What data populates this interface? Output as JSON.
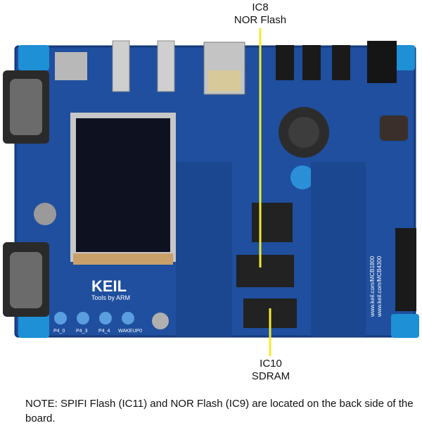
{
  "callouts": {
    "top": {
      "line1": "IC8",
      "line2": "NOR Flash"
    },
    "bottom": {
      "line1": "IC10",
      "line2": "SDRAM"
    }
  },
  "note": "NOTE:  SPIFI Flash (IC11) and NOR Flash (IC9) are located on the back side of the board.",
  "board_labels": {
    "brand": "KEIL",
    "brand_sub": "Tools by ARM",
    "buttons": [
      "P4_0",
      "P4_3",
      "P4_4",
      "WAKEUP0"
    ],
    "url": "www.keil.com/MCB1800",
    "url2": "www.keil.com/MCB4300"
  },
  "colors": {
    "pcb": "#1f4f9e",
    "pcb_dark": "#163a7a",
    "bumper": "#1e90d6",
    "callout_line": "#f2ec2a",
    "chip": "#222222",
    "lcd": "#0e1220"
  }
}
